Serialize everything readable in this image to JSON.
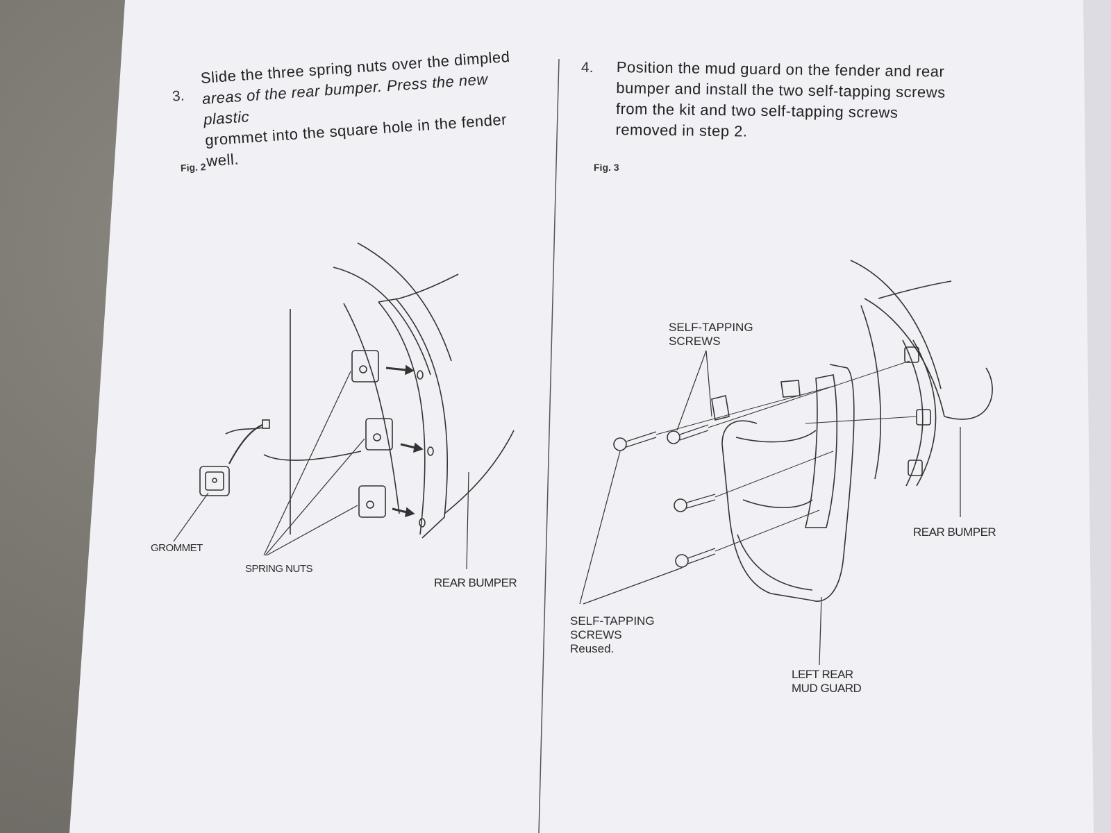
{
  "step3": {
    "number": "3.",
    "lines": [
      "Slide the three spring nuts over the dimpled",
      "areas of the rear bumper.  Press the new plastic",
      "grommet into the square hole in the fender well."
    ]
  },
  "step4": {
    "number": "4.",
    "lines": [
      "Position the mud guard on the fender and rear",
      "bumper and install the two self-tapping screws",
      "from  the  kit  and  two  self-tapping  screws",
      "removed in step 2."
    ]
  },
  "fig2": {
    "label": "Fig. 2",
    "callouts": {
      "grommet": "GROMMET",
      "spring_nuts": "SPRING NUTS",
      "rear_bumper": "REAR BUMPER"
    }
  },
  "fig3": {
    "label": "Fig. 3",
    "callouts": {
      "screws_top_1": "SELF-TAPPING",
      "screws_top_2": "SCREWS",
      "screws_bottom_1": "SELF-TAPPING",
      "screws_bottom_2": "SCREWS",
      "screws_bottom_3": "Reused.",
      "rear_bumper": "REAR BUMPER",
      "mud_guard_1": "LEFT REAR",
      "mud_guard_2": "MUD GUARD"
    }
  },
  "colors": {
    "paper": "#f3f3f7",
    "ink": "#2a2a2a",
    "carpet": "#76736d"
  }
}
